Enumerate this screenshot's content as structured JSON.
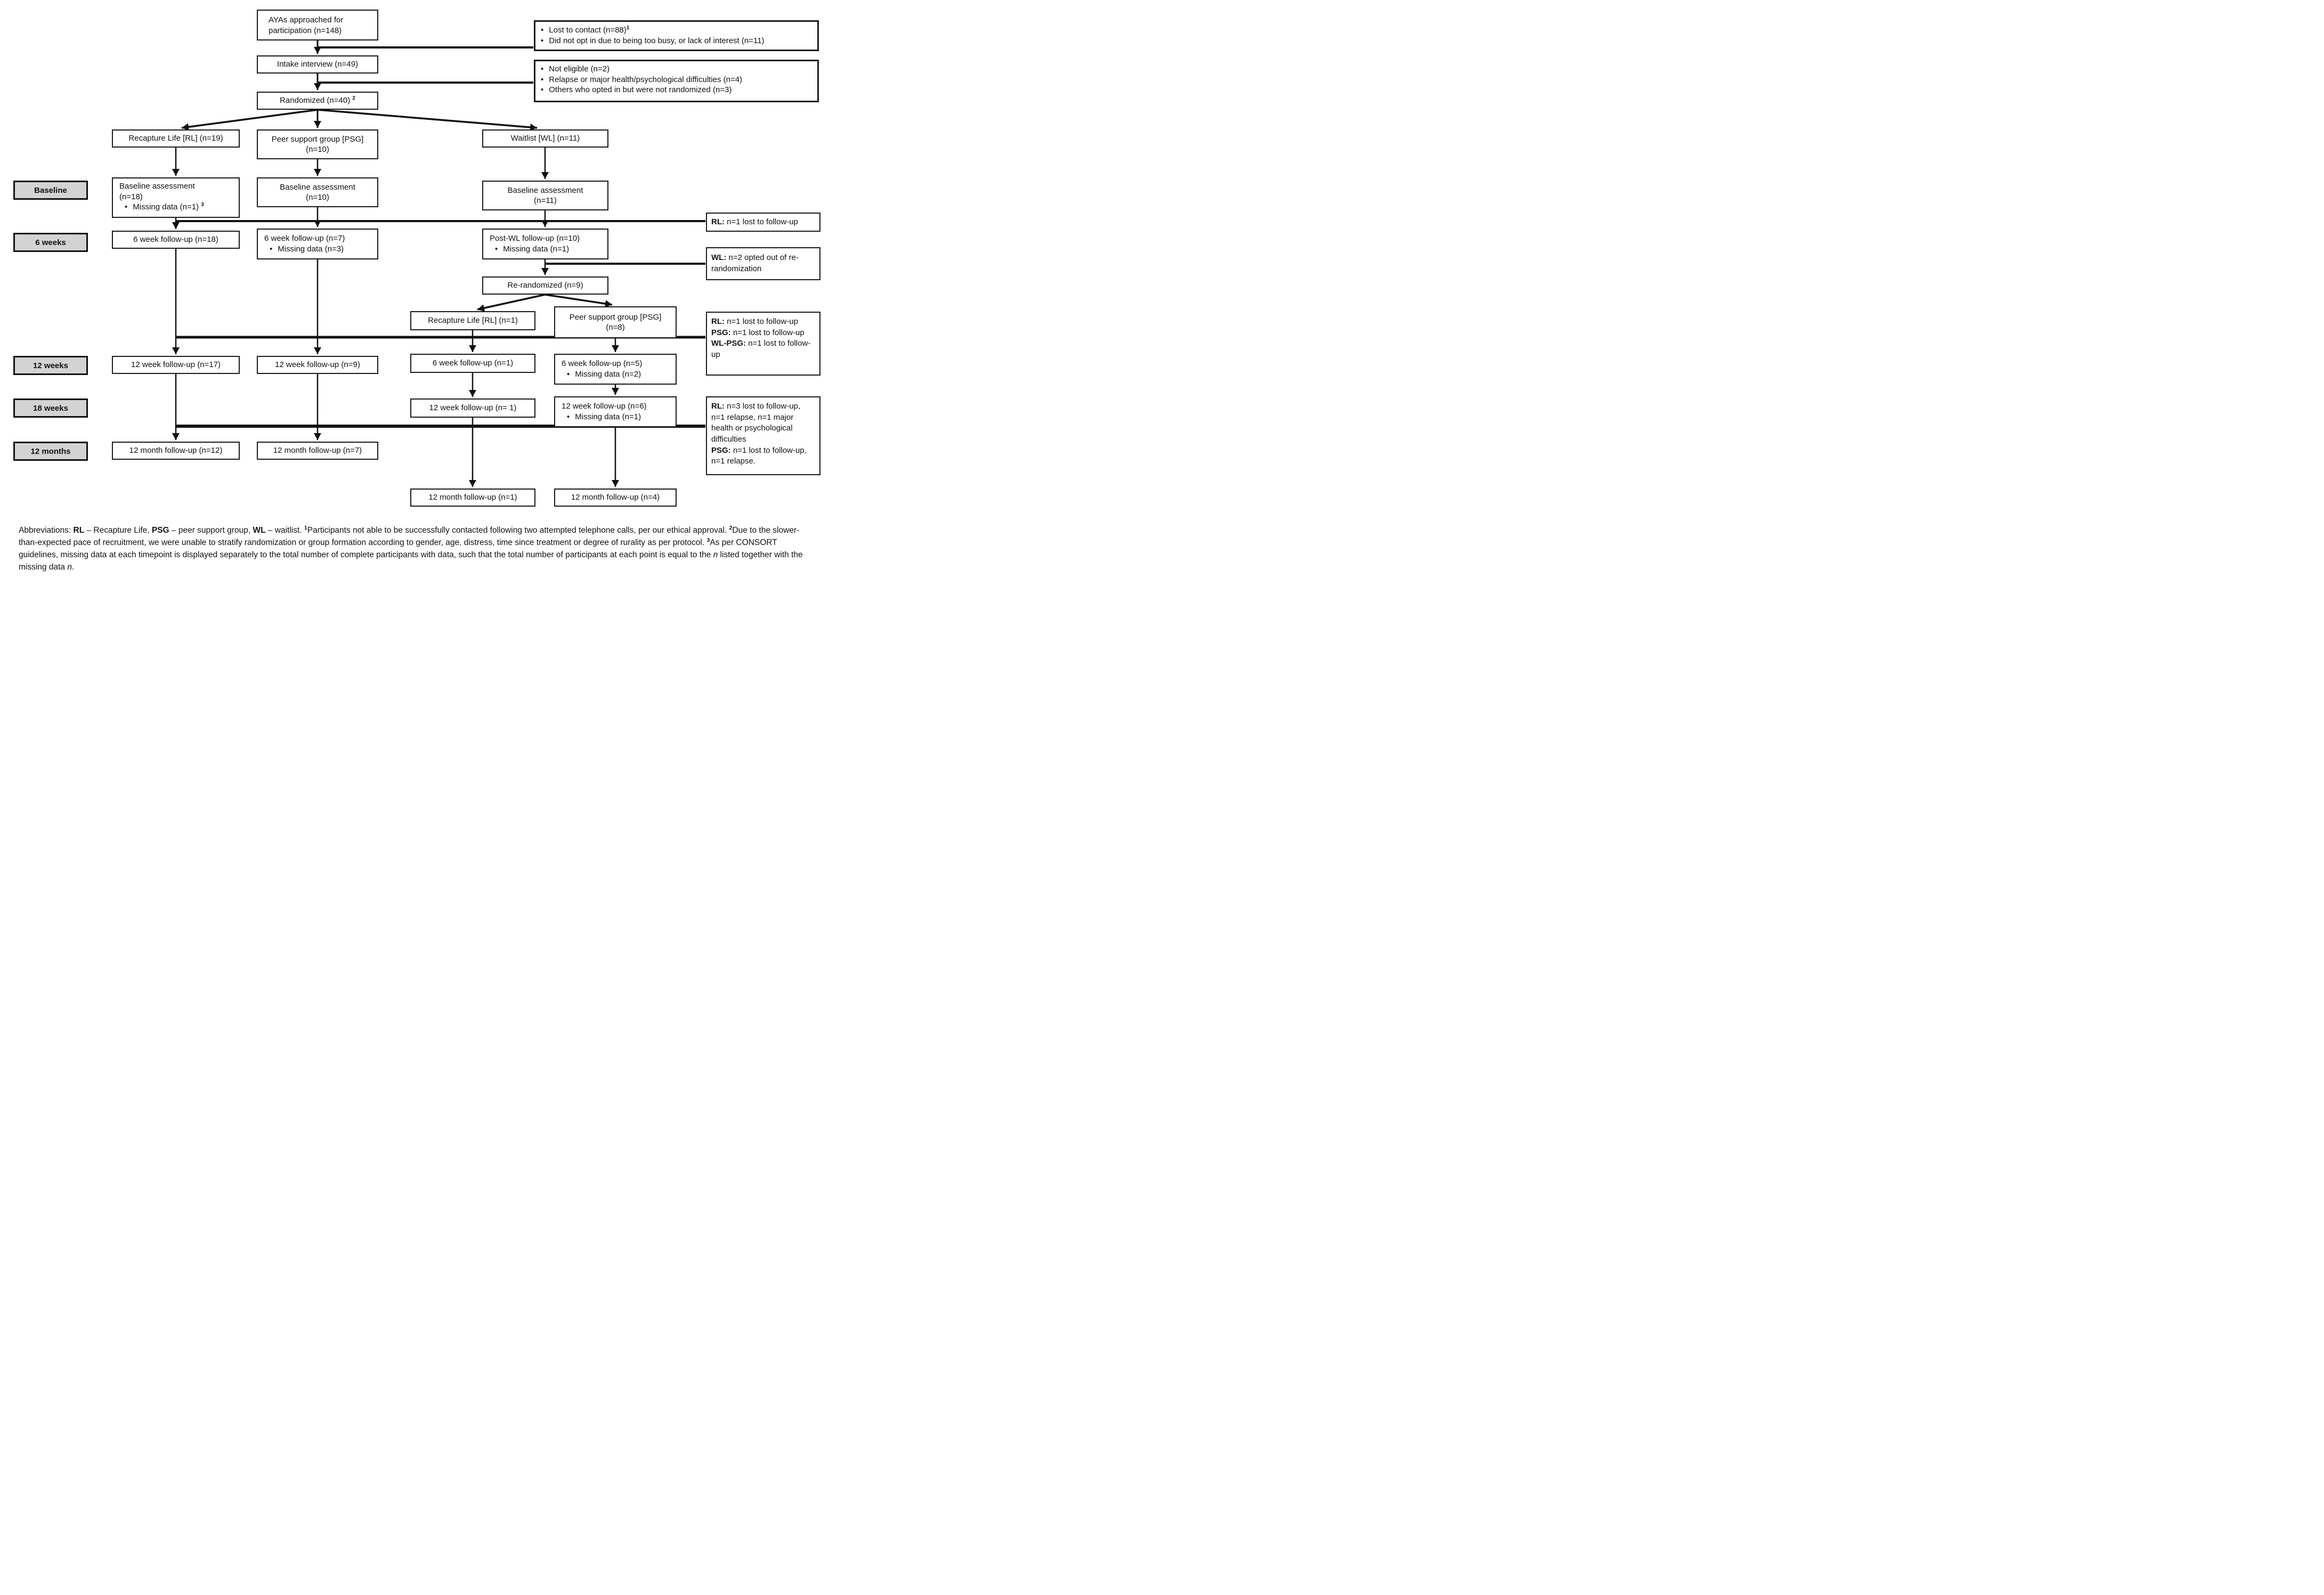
{
  "colors": {
    "box_border": "#1a1a1a",
    "timeline_label_bg": "#d3d3d3",
    "line": "#111111"
  },
  "timeline": {
    "baseline": "Baseline",
    "w6": "6 weeks",
    "w12": "12 weeks",
    "w18": "18 weeks",
    "m12": "12 months"
  },
  "nodes": {
    "approached": {
      "lines": [
        "AYAs approached for",
        "participation (n=148)"
      ]
    },
    "lost_contact": {
      "bullet1": "Lost to contact (n=88)",
      "bullet1_sup": "1",
      "bullet2": "Did not opt in due to being too busy, or lack of interest (n=11)"
    },
    "intake": {
      "text": "Intake interview (n=49)"
    },
    "not_eligible": {
      "bullet1": "Not eligible (n=2)",
      "bullet2": "Relapse or major health/psychological difficulties (n=4)",
      "bullet3": "Others who opted in but were not randomized (n=3)"
    },
    "randomized": {
      "text": "Randomized (n=40)",
      "sup": "2"
    },
    "rl_arm": {
      "text": "Recapture Life [RL] (n=19)"
    },
    "psg_arm": {
      "lines": [
        "Peer support group [PSG]",
        "(n=10)"
      ]
    },
    "wl_arm": {
      "text": "Waitlist [WL] (n=11)"
    },
    "baseline_rl": {
      "lines": [
        "Baseline assessment",
        "(n=18)"
      ],
      "bullet": "Missing data (n=1)",
      "sup": "3"
    },
    "baseline_psg": {
      "lines": [
        "Baseline assessment",
        "(n=10)"
      ]
    },
    "baseline_wl": {
      "lines": [
        "Baseline assessment",
        "(n=11)"
      ]
    },
    "w6_rl": {
      "text": "6 week follow-up (n=18)"
    },
    "w6_psg": {
      "text": "6 week follow-up (n=7)",
      "bullet": "Missing data (n=3)"
    },
    "post_wl": {
      "text": "Post-WL follow-up (n=10)",
      "bullet": "Missing data (n=1)"
    },
    "rerandomized": {
      "text": "Re-randomized (n=9)"
    },
    "rl_rerand": {
      "text": "Recapture Life [RL] (n=1)"
    },
    "psg_rerand": {
      "lines": [
        "Peer support group [PSG]",
        "(n=8)"
      ]
    },
    "w12_rl": {
      "text": "12 week follow-up (n=17)"
    },
    "w12_psg": {
      "text": "12 week follow-up (n=9)"
    },
    "w6_rl2": {
      "text": "6 week follow-up (n=1)"
    },
    "w6_psg2": {
      "text": "6 week follow-up (n=5)",
      "bullet": "Missing data (n=2)"
    },
    "w12_rl2": {
      "text": "12 week follow-up (n= 1)"
    },
    "w12_psg2": {
      "text": "12 week follow-up (n=6)",
      "bullet": "Missing data (n=1)"
    },
    "m12_rl": {
      "text": "12 month follow-up (n=12)"
    },
    "m12_psg": {
      "text": "12 month follow-up (n=7)"
    },
    "m12_rl2": {
      "text": "12 month follow-up (n=1)"
    },
    "m12_psg2": {
      "text": "12 month follow-up (n=4)"
    }
  },
  "side_notes": {
    "baseline_rl_lost": {
      "parts": [
        {
          "b": "RL:",
          "t": " n=1 lost to follow-up"
        }
      ]
    },
    "wl_opted_out": {
      "parts": [
        {
          "b": "WL:",
          "t": "  n=2 opted out of re-randomization"
        }
      ]
    },
    "w12_losses": {
      "parts": [
        {
          "b": "RL:",
          "t": " n=1 lost to follow-up"
        },
        {
          "b": "PSG:",
          "t": " n=1 lost to follow-up"
        },
        {
          "b": "WL-PSG:",
          "t": " n=1 lost to follow-up"
        }
      ]
    },
    "m12_losses": {
      "parts": [
        {
          "b": "RL:",
          "t": " n=3 lost to follow-up, n=1 relapse, n=1 major health or psychological difficulties"
        },
        {
          "b": "PSG:",
          "t": " n=1 lost to follow-up, n=1 relapse."
        }
      ]
    }
  },
  "footnote": {
    "intro": "Abbreviations: ",
    "rl": "RL",
    "rl_rest": " – Recapture Life, ",
    "psg": "PSG",
    "psg_rest": " – peer support group, ",
    "wl": "WL",
    "wl_rest": " – waitlist. ",
    "sup1": "1",
    "p1": "Participants not able to be successfully contacted following two attempted telephone calls, per our ethical approval. ",
    "sup2": "2",
    "p2": "Due to the slower-than-expected pace of recruitment, we were unable to stratify randomization or group formation according to gender, age, distress, time since treatment or degree of rurality as per protocol. ",
    "sup3": "3",
    "p3": "As per CONSORT guidelines, missing data at each timepoint is displayed separately to the total number of complete participants with data, such that the total number of participants at each point is equal to the ",
    "n1": "n",
    "p3_mid": " listed together with the missing data ",
    "n2": "n",
    "p3_end": "."
  }
}
